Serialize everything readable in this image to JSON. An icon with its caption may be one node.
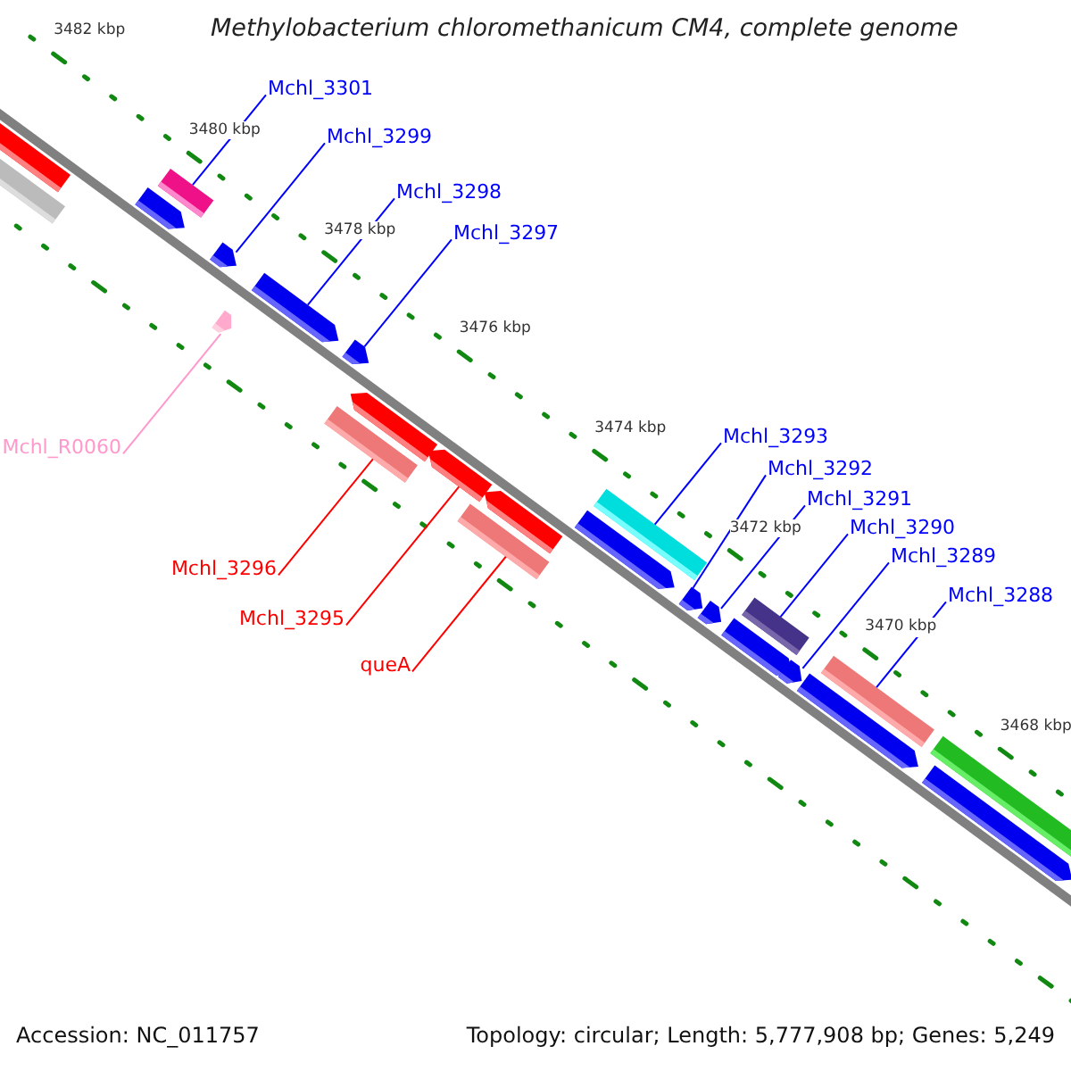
{
  "diagram": {
    "title": "Methylobacterium chloromethanicum CM4, complete genome",
    "nodes": [
      {
        "text": [
          "Mchl_3301"
        ]
      },
      {
        "text": [
          "Mchl_3299"
        ]
      },
      {
        "text": [
          "Mchl_3298"
        ]
      },
      {
        "text": [
          "Mchl_3297"
        ]
      },
      {
        "text": [
          "Mchl_R0060"
        ]
      },
      {
        "text": [
          "Mchl_3296"
        ]
      },
      {
        "text": [
          "Mchl_3295"
        ]
      },
      {
        "text": [
          "queA"
        ]
      },
      {
        "text": [
          "Mchl_3293"
        ]
      },
      {
        "text": [
          "Mchl_3292"
        ]
      },
      {
        "text": [
          "Mchl_3291"
        ]
      },
      {
        "text": [
          "Mchl_3290"
        ]
      },
      {
        "text": [
          "Mchl_3289"
        ]
      },
      {
        "text": [
          "Mchl_3288"
        ]
      },
      {
        "text": [],
        "shape": "pentagon"
      },
      {
        "text": [],
        "shape": "bar"
      },
      {
        "text": [],
        "shape": "pentagon"
      },
      {
        "text": [],
        "shape": "bar"
      },
      {
        "text": [],
        "shape": "pentagon"
      },
      {
        "text": [],
        "shape": "pentagon"
      },
      {
        "text": [],
        "shape": "pentagon"
      },
      {
        "text": [],
        "shape": "pentagon"
      },
      {
        "text": [],
        "shape": "bar"
      },
      {
        "text": [],
        "shape": "pentagon"
      },
      {
        "text": [],
        "shape": "pentagon"
      },
      {
        "text": [],
        "shape": "pentagon"
      },
      {
        "text": [],
        "shape": "bar"
      },
      {
        "text": [],
        "shape": "pentagon"
      },
      {
        "text": [],
        "shape": "bar"
      },
      {
        "text": [],
        "shape": "pentagon"
      },
      {
        "text": [],
        "shape": "pentagon"
      },
      {
        "text": [],
        "shape": "bar"
      },
      {
        "text": [],
        "shape": "pentagon"
      },
      {
        "text": [],
        "shape": "pentagon"
      },
      {
        "text": [],
        "shape": "bar"
      },
      {
        "text": [],
        "shape": "pentagon"
      },
      {
        "text": [],
        "shape": "bar"
      },
      {
        "text": [],
        "shape": "pentagon"
      }
    ],
    "edges": [
      {
        "from": 0,
        "to": 17,
        "arrow": "none"
      },
      {
        "from": 1,
        "to": 18,
        "arrow": "none"
      },
      {
        "from": 2,
        "to": 20,
        "arrow": "none"
      },
      {
        "from": 3,
        "to": 21,
        "arrow": "none"
      },
      {
        "from": 4,
        "to": 19,
        "arrow": "none",
        "color": "#ff99cc"
      },
      {
        "from": 5,
        "to": 22,
        "arrow": "none",
        "color": "#ff0000"
      },
      {
        "from": 6,
        "to": 24,
        "arrow": "none",
        "color": "#ff0000"
      },
      {
        "from": 7,
        "to": 26,
        "arrow": "none",
        "color": "#ff0000"
      },
      {
        "from": 8,
        "to": 28,
        "arrow": "none"
      },
      {
        "from": 9,
        "to": 29,
        "arrow": "none"
      },
      {
        "from": 10,
        "to": 30,
        "arrow": "none"
      },
      {
        "from": 11,
        "to": 31,
        "arrow": "none"
      },
      {
        "from": 12,
        "to": 33,
        "arrow": "none"
      },
      {
        "from": 13,
        "to": 34,
        "arrow": "none"
      }
    ],
    "labels": [
      "3482 kbp",
      "3480 kbp",
      "3478 kbp",
      "3476 kbp",
      "3474 kbp",
      "3472 kbp",
      "3470 kbp",
      "3468 kbp",
      "Accession: NC_011757",
      "Topology: circular; Length: 5,777,908 bp; Genes: 5,249"
    ]
  }
}
